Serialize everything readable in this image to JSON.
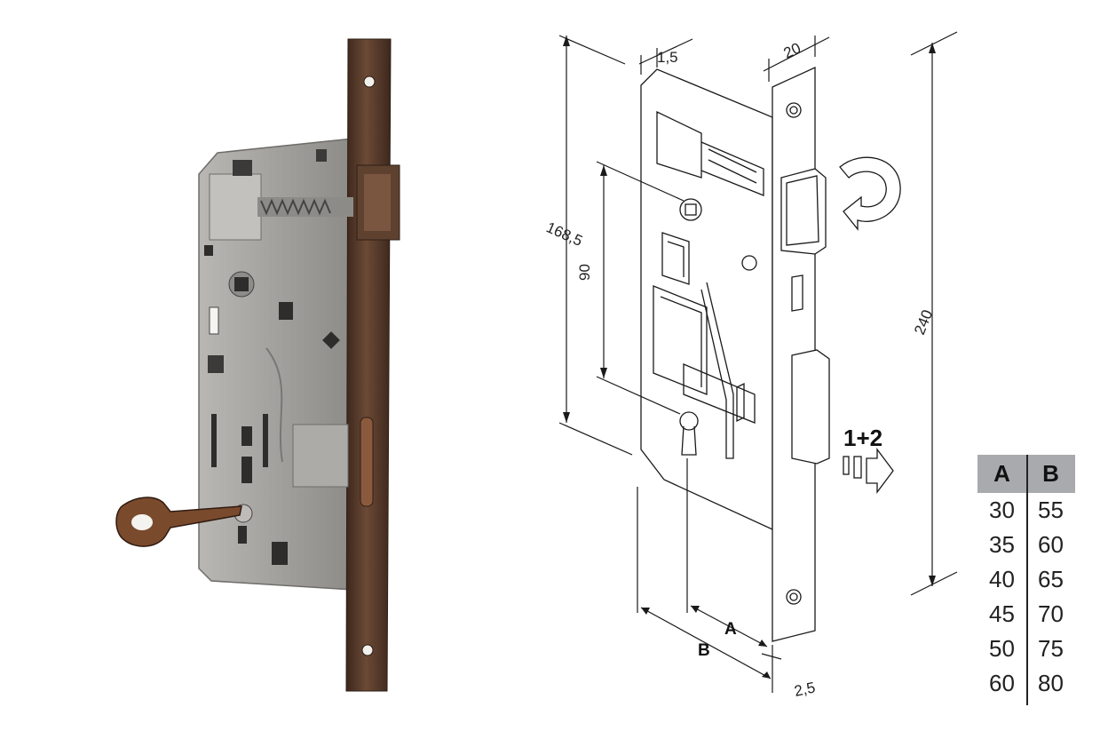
{
  "drawing": {
    "dims": {
      "depth": "1,5",
      "faceplate": "20",
      "height": "168,5",
      "spacing": "90",
      "total": "240",
      "a": "A",
      "b": "B",
      "offset": "2,5",
      "sequence": "1+2"
    }
  },
  "table": {
    "headers": [
      "A",
      "B"
    ],
    "rows": [
      [
        "30",
        "55"
      ],
      [
        "35",
        "60"
      ],
      [
        "40",
        "65"
      ],
      [
        "45",
        "70"
      ],
      [
        "50",
        "75"
      ],
      [
        "60",
        "80"
      ]
    ]
  },
  "colors": {
    "body": "#9c9a97",
    "bronze": "#5a3e2e",
    "header": "#a9aaad"
  }
}
